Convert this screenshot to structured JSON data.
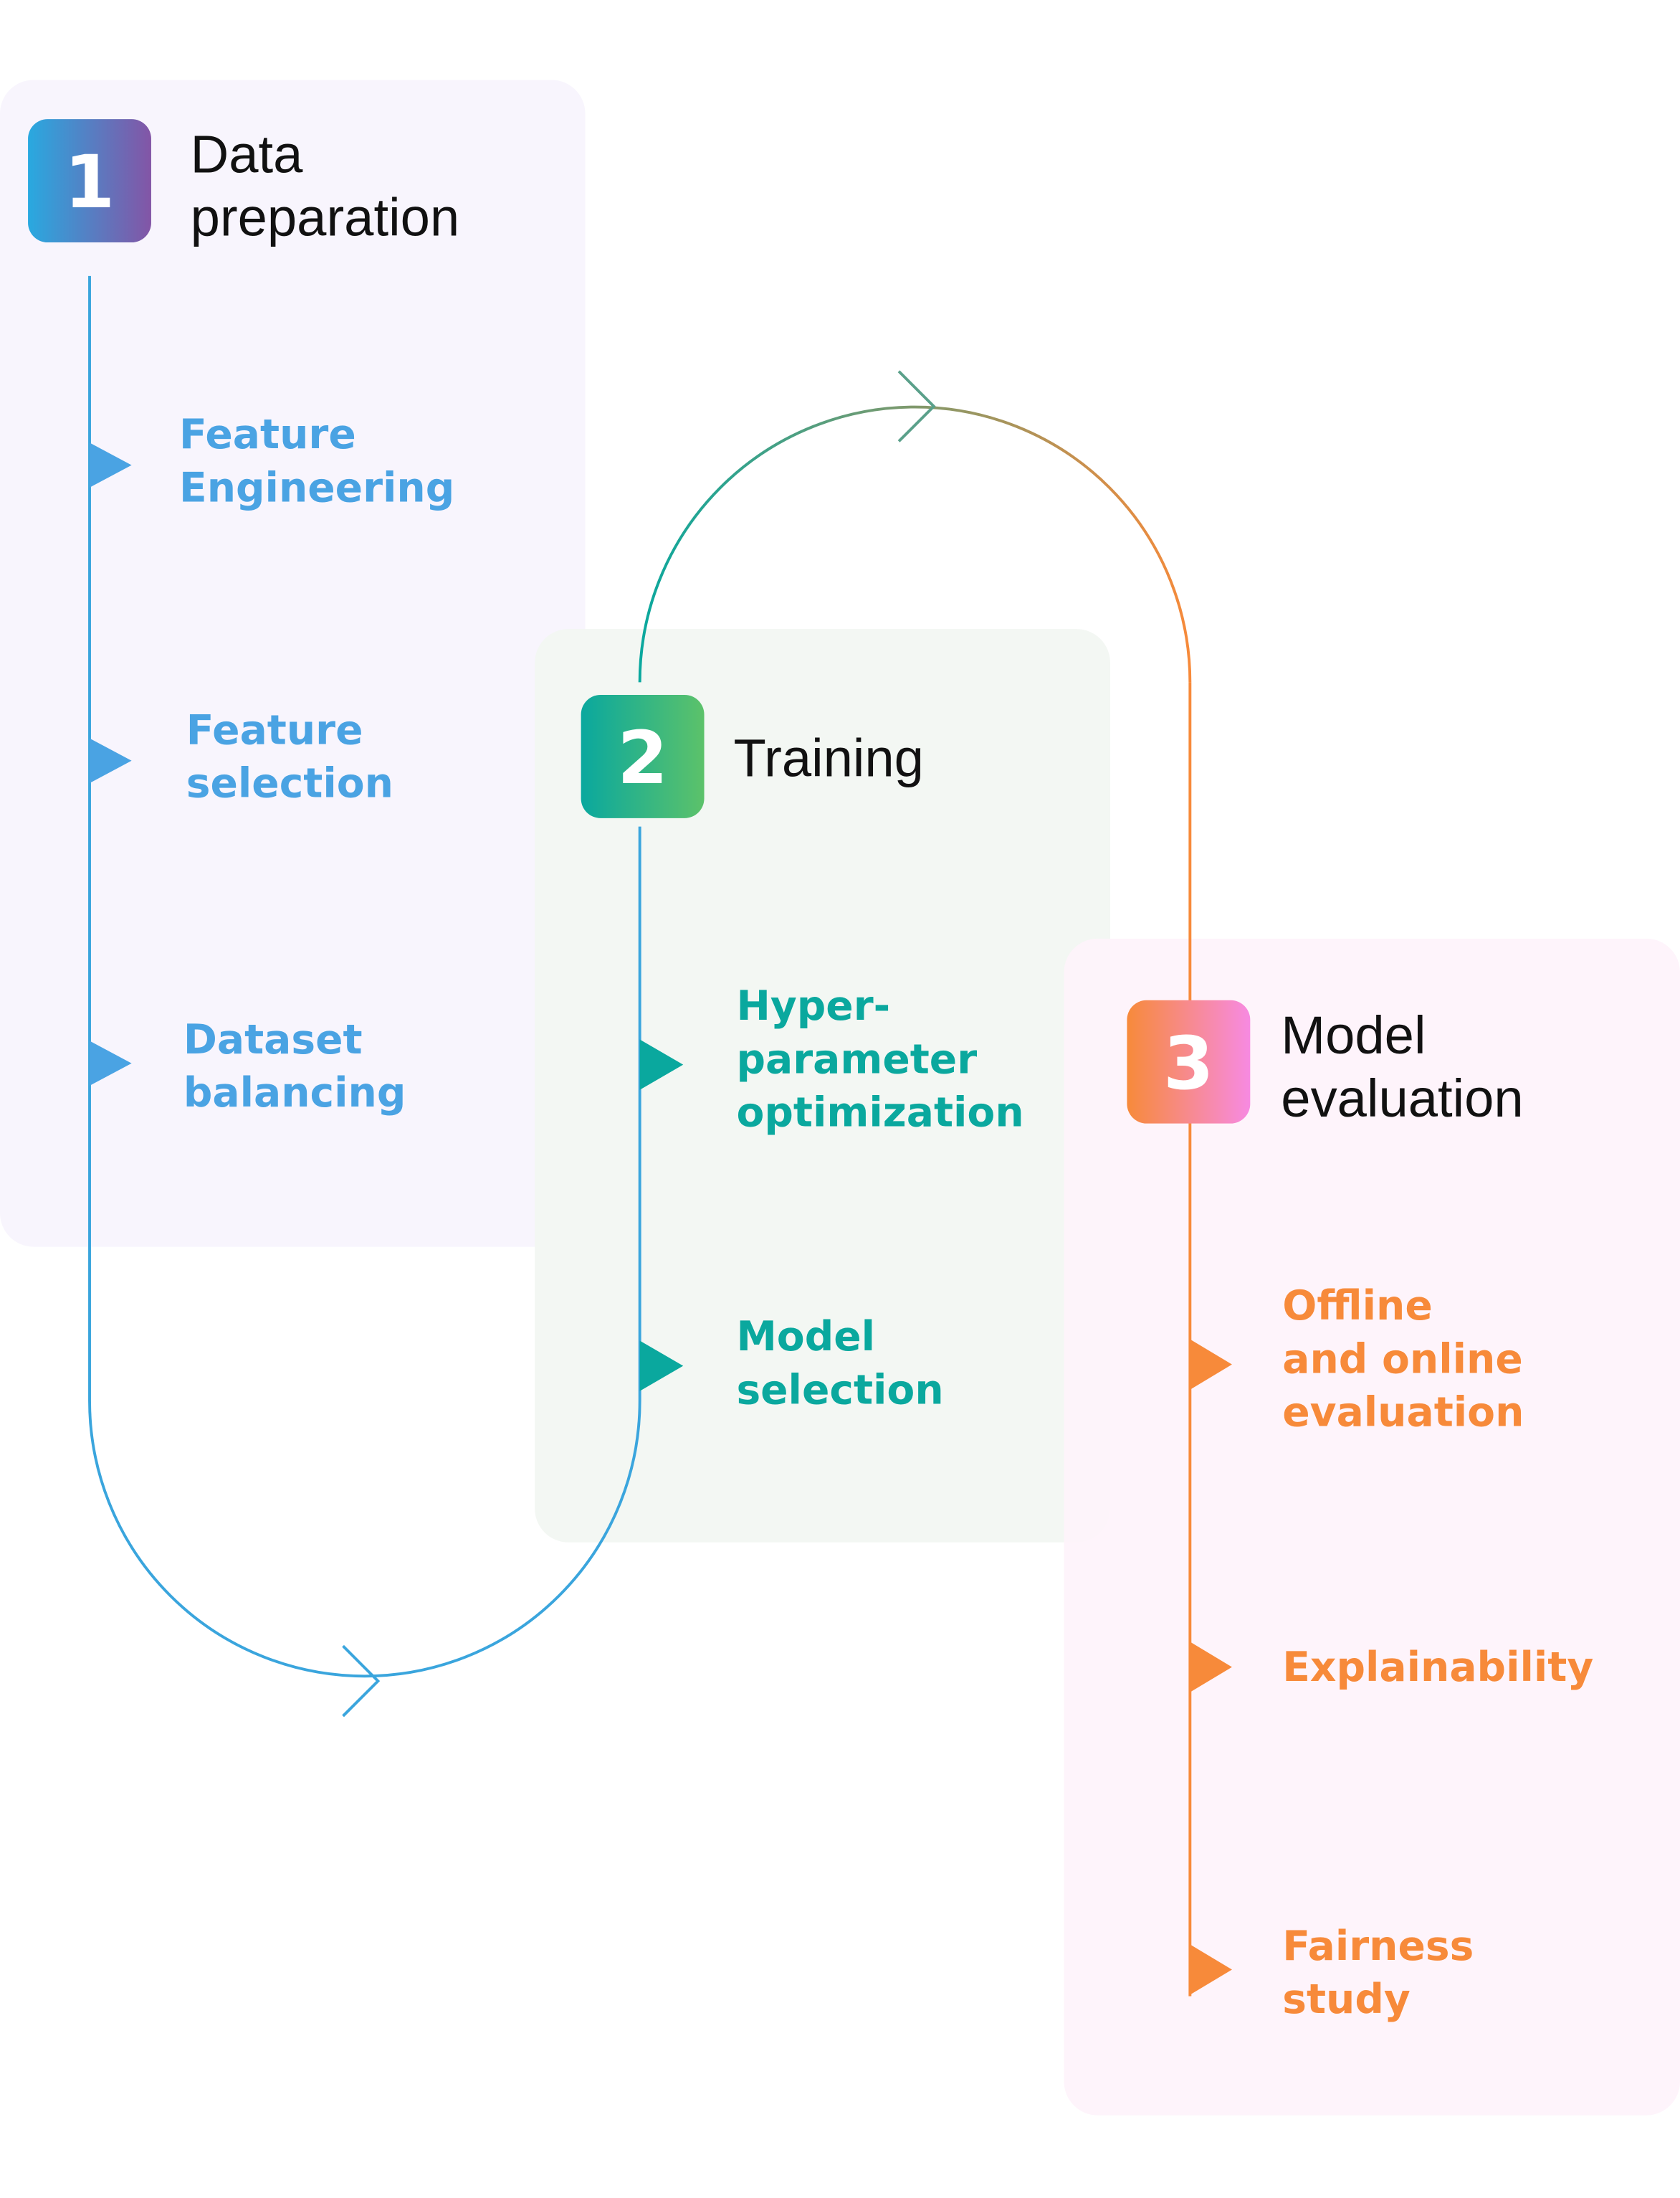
{
  "colors": {
    "stage1": "#4aa3e3",
    "stage2": "#0aa89e",
    "stage3": "#f78a3a",
    "panel1_bg": "#f8f5fd",
    "panel2_bg": "#f2f6f2",
    "panel3_bg": "#fef3fb"
  },
  "stages": [
    {
      "number": "1",
      "title_lines": [
        "Data",
        "preparation"
      ],
      "steps": [
        {
          "lines": [
            "Feature",
            "Engineering"
          ]
        },
        {
          "lines": [
            "Feature",
            "selection"
          ]
        },
        {
          "lines": [
            "Dataset",
            "balancing"
          ]
        }
      ]
    },
    {
      "number": "2",
      "title_lines": [
        "Training"
      ],
      "steps": [
        {
          "lines": [
            "Hyper-",
            "parameter",
            "optimization"
          ]
        },
        {
          "lines": [
            "Model",
            "selection"
          ]
        }
      ]
    },
    {
      "number": "3",
      "title_lines": [
        "Model",
        "evaluation"
      ],
      "steps": [
        {
          "lines": [
            "Offline",
            "and online",
            "evaluation"
          ]
        },
        {
          "lines": [
            "Explainability"
          ]
        },
        {
          "lines": [
            "Fairness",
            "study"
          ]
        }
      ]
    }
  ]
}
